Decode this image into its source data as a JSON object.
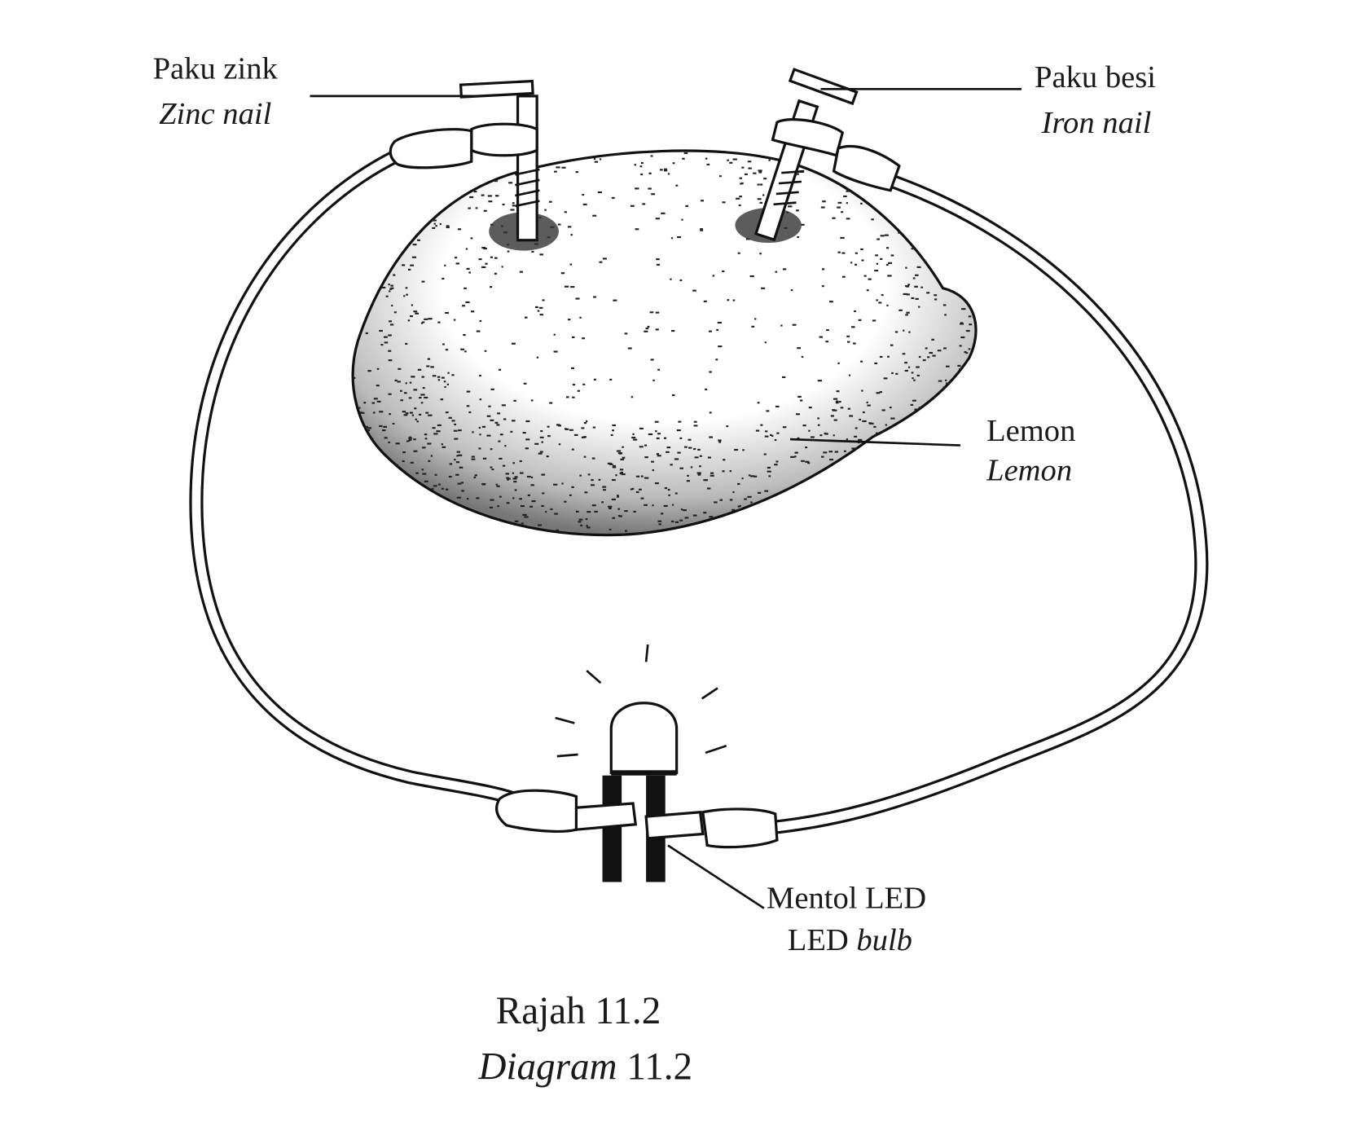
{
  "labels": {
    "zinc_nail_ms": "Paku zink",
    "zinc_nail_en": "Zinc nail",
    "iron_nail_ms": "Paku besi",
    "iron_nail_en": "Iron nail",
    "lemon_ms": "Lemon",
    "lemon_en": "Lemon",
    "led_ms": "Mentol LED",
    "led_en_prefix": "LED ",
    "led_en_italic": "bulb"
  },
  "caption": {
    "ms": "Rajah 11.2",
    "en_italic": "Diagram",
    "en_number": " 11.2"
  },
  "colors": {
    "ink": "#111111",
    "paper": "#fefefe"
  }
}
